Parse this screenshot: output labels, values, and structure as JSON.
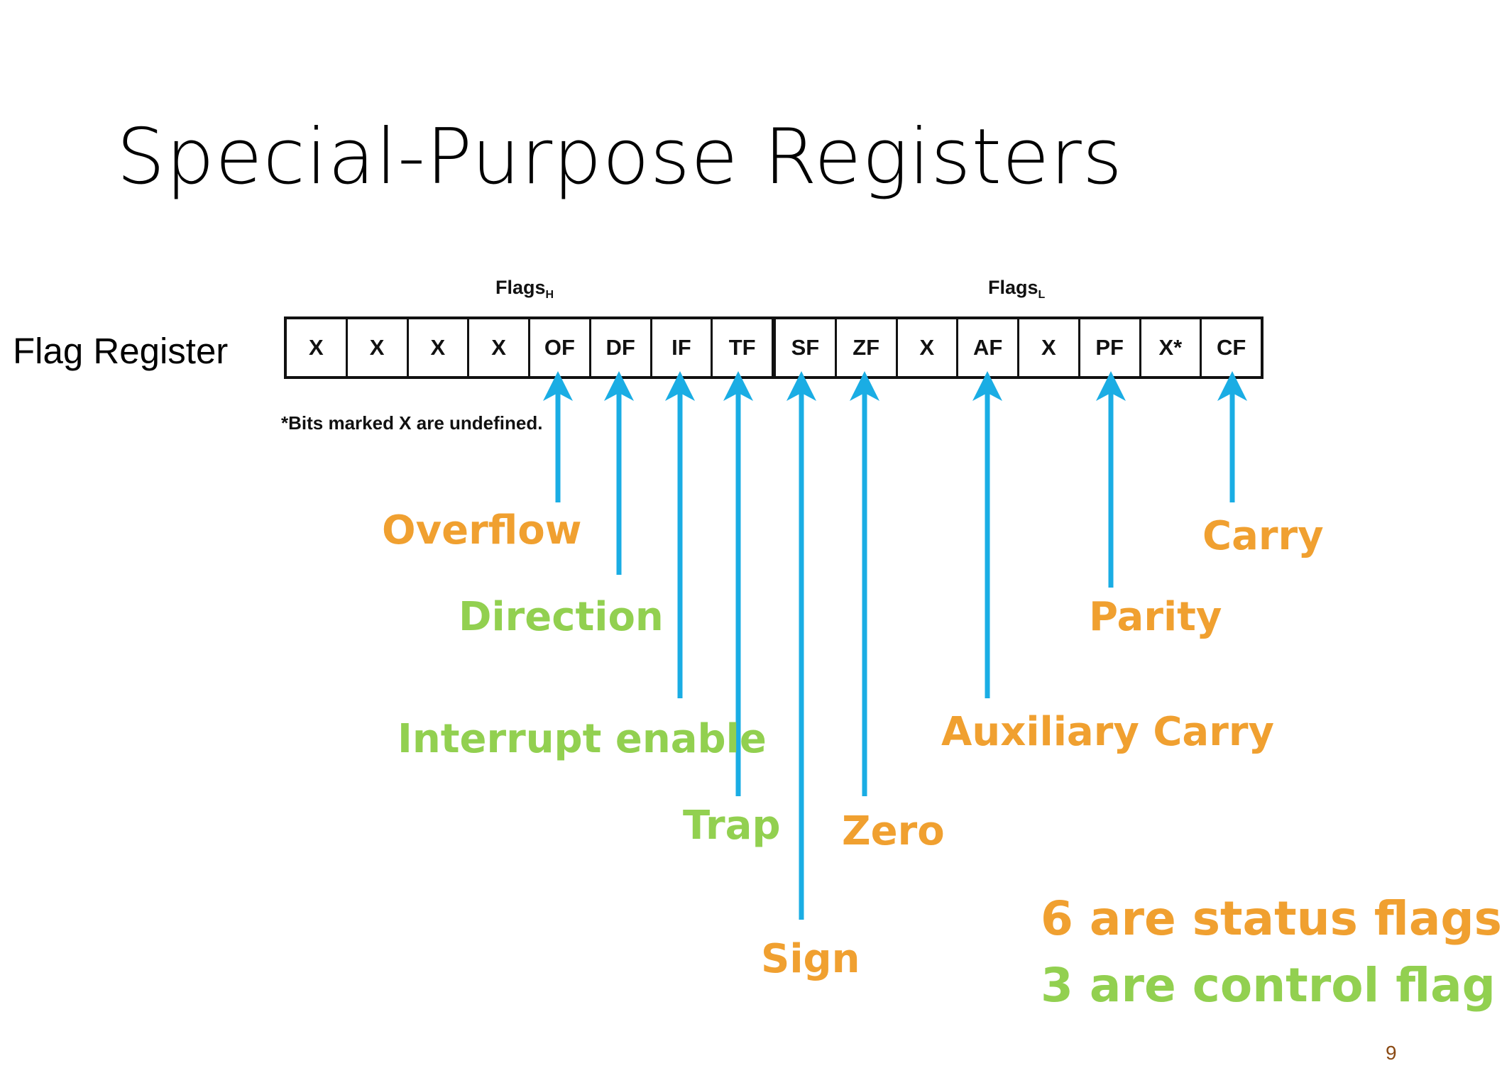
{
  "title": "Special-Purpose Registers",
  "register_label": "Flag Register",
  "group_labels": {
    "high": {
      "text": "Flags",
      "sub": "H"
    },
    "low": {
      "text": "Flags",
      "sub": "L"
    }
  },
  "bits": [
    "X",
    "X",
    "X",
    "X",
    "OF",
    "DF",
    "IF",
    "TF",
    "SF",
    "ZF",
    "X",
    "AF",
    "X",
    "PF",
    "X*",
    "CF"
  ],
  "footnote": "*Bits marked X are undefined.",
  "flag_descriptions": [
    {
      "bit": "OF",
      "label": "Overflow",
      "kind": "status",
      "color": "#F0A030"
    },
    {
      "bit": "DF",
      "label": "Direction",
      "kind": "control",
      "color": "#92D050"
    },
    {
      "bit": "IF",
      "label": "Interrupt enable",
      "kind": "control",
      "color": "#92D050"
    },
    {
      "bit": "TF",
      "label": "Trap",
      "kind": "control",
      "color": "#92D050"
    },
    {
      "bit": "SF",
      "label": "Sign",
      "kind": "status",
      "color": "#F0A030"
    },
    {
      "bit": "ZF",
      "label": "Zero",
      "kind": "status",
      "color": "#F0A030"
    },
    {
      "bit": "AF",
      "label": "Auxiliary Carry",
      "kind": "status",
      "color": "#F0A030"
    },
    {
      "bit": "PF",
      "label": "Parity",
      "kind": "status",
      "color": "#F0A030"
    },
    {
      "bit": "CF",
      "label": "Carry",
      "kind": "status",
      "color": "#F0A030"
    }
  ],
  "summary": {
    "status": "6 are status flags",
    "control": "3 are control flag"
  },
  "colors": {
    "status": "#F0A030",
    "control": "#92D050",
    "arrow": "#1AADE4"
  },
  "page_number": "9"
}
